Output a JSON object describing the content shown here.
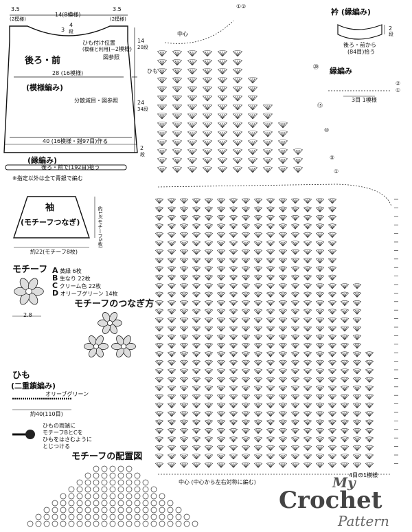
{
  "body": {
    "dim_top_left": "3.5",
    "dim_top_left_sub": "(2模様)",
    "dim_top_center": "14(8模様)",
    "dim_top_right": "3.5",
    "dim_top_right_sub": "(2模様)",
    "neck_depth": "4",
    "neck_depth_sub": "段",
    "neck_3": "3",
    "cord_position": "ひも付け位置",
    "cord_position_sub": "(模様と利用)",
    "see_chart": "図参照",
    "minus2": "(−2模様)",
    "title": "後ろ・前",
    "width_28": "28 (16模様)",
    "pattern_label": "(模様編み)",
    "decrease_note": "分散減目・図参照",
    "height_top": "14",
    "height_top_sub": "20段",
    "height_mid": "24",
    "height_mid_sub": "34段",
    "height_bot": "2",
    "height_bot_sub": "段",
    "base_width": "40 (16模様・錯97目)作る",
    "edge_label": "(縁編み)",
    "join_note": "後ろ・前で(192目)拾う",
    "note_all": "※指定以外は全て青銀で編む"
  },
  "sleeve": {
    "title": "袖",
    "subtitle": "(モチーフつなぎ)",
    "side_dim": "約13(モチーフ5枚)",
    "bottom_dim": "約22(モチーフ8枚)"
  },
  "motif": {
    "title": "モチーフ",
    "colors": [
      {
        "key": "A",
        "name": "黄緑",
        "count": "6枚"
      },
      {
        "key": "B",
        "name": "生なり",
        "count": "22枚"
      },
      {
        "key": "C",
        "name": "クリーム色",
        "count": "22枚"
      },
      {
        "key": "D",
        "name": "オリーブグリーン",
        "count": "14枚"
      }
    ],
    "size": "2.8",
    "joining_title": "モチーフのつなぎ方",
    "layout_title": "モチーフの配置図"
  },
  "cord": {
    "title": "ひも",
    "subtitle": "(二重鎖編み)",
    "color": "オリーブグリーン",
    "length": "約40(110目)",
    "note_1": "ひもの両端に",
    "note_2": "モチーフBとCを",
    "note_3": "ひもをはさむように",
    "note_4": "とじつける"
  },
  "collar": {
    "title": "衿 (縁編み)",
    "rows": "2",
    "rows_sub": "段",
    "pickup": "後ろ・前から",
    "pickup_2": "(84目)拾う"
  },
  "edging": {
    "title": "縁編み",
    "repeat": "3目 1模様",
    "row1": "①",
    "row2": "②"
  },
  "chart": {
    "center_label": "中心",
    "cord_label": "ひも",
    "bottom_center": "中心 (中心から左右対称に編む)",
    "repeat_note": "4目の1模様",
    "row_nums": [
      "⑳",
      "⑮",
      "⑩",
      "⑤",
      "①"
    ],
    "corner_mark": "①②"
  },
  "logo": {
    "line1": "My",
    "line2": "Crochet",
    "line3": "Pattern"
  }
}
